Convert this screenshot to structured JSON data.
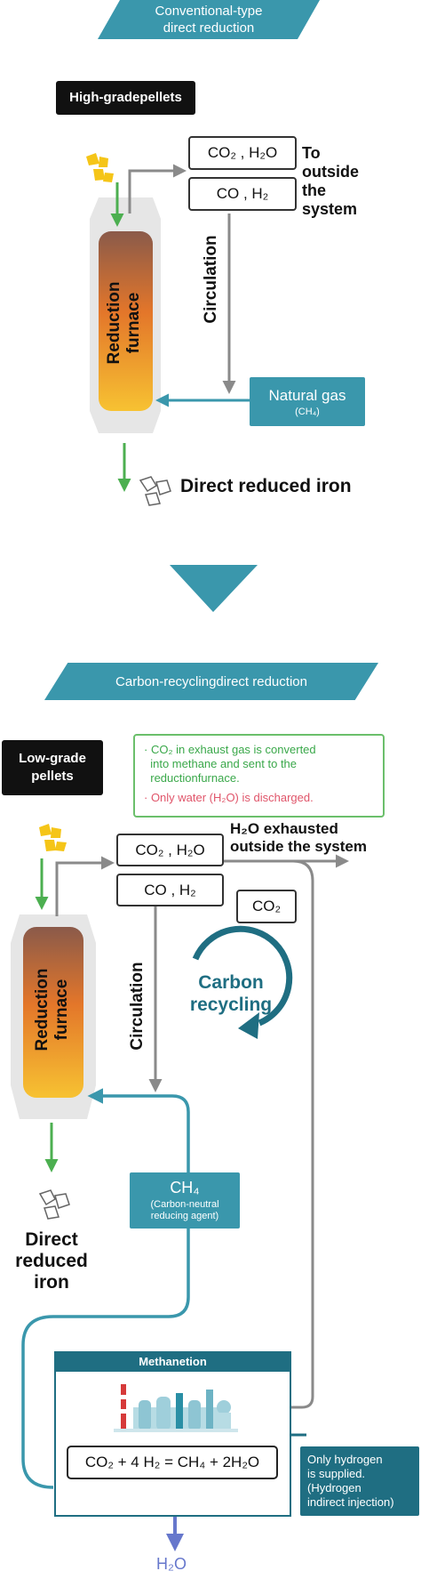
{
  "conventional": {
    "banner": "Conventional-type\ndirect reduction",
    "pellets_label": "High-gradepellets",
    "exhaust_box": "CO₂ , H₂O",
    "recycle_box": "CO , H₂",
    "outside_label": "To\noutside\nthe\nsystem",
    "circulation": "Circulation",
    "furnace": "Reduction\nfurnace",
    "natural_gas": "Natural gas",
    "natural_gas_formula": "(CH₄)",
    "product": "Direct reduced iron"
  },
  "carbon_recycling": {
    "banner": "Carbon-recyclingdirect reduction",
    "pellets_label": "Low-grade\npellets",
    "note_green": "· CO₂ in exhaust gas is converted\n  into methane and sent to the\n  reductionfurnace.",
    "note_red": "· Only water (H₂O) is discharged.",
    "exhaust_box": "CO₂ , H₂O",
    "recycle_box": "CO , H₂",
    "h2o_exhausted": "H₂O exhausted\noutside the system",
    "co2_box": "CO₂",
    "carbon_recycling_label": "Carbon\nrecycling",
    "circulation": "Circulation",
    "furnace": "Reduction\nfurnace",
    "ch4": "CH₄",
    "ch4_sub": "(Carbon-neutral\nreducing agent)",
    "product": "Direct\nreduced\niron",
    "methanation_title": "Methanetion",
    "equation": "CO₂ + 4 H₂ = CH₄ + 2H₂O",
    "hydrogen_note": "Only hydrogen\nis supplied.\n(Hydrogen\nindirect injection)",
    "h2o_output": "H₂O"
  },
  "colors": {
    "teal": "#3a97ac",
    "dark_teal": "#1f6e82",
    "green": "#4caf50",
    "gray": "#8a8a8a",
    "orange": "#f39a1e",
    "brown": "#8a5a4a",
    "yellow": "#f5c518",
    "red_note": "#e0556a",
    "h2o_blue": "#6677cc"
  }
}
